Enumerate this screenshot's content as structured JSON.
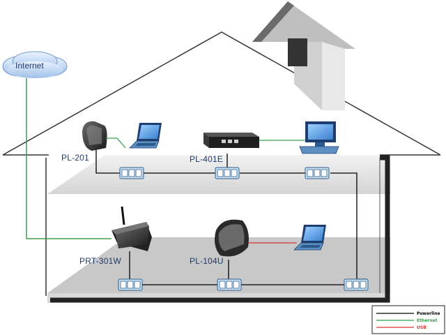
{
  "cloud": {
    "label": "Internet"
  },
  "devices": {
    "pl201": "PL-201",
    "pl401e": "PL-401E",
    "prt301w": "PRT-301W",
    "pl104u": "PL-104U"
  },
  "legend": {
    "items": [
      {
        "label": "Powerline",
        "color": "#000000"
      },
      {
        "label": "Ethernet",
        "color": "#2ea043"
      },
      {
        "label": "USB",
        "color": "#e03030"
      }
    ]
  },
  "colors": {
    "powerline": "#000000",
    "ethernet": "#3aa04a",
    "usb": "#d93333",
    "house_outline": "#333333",
    "floor": "#d8d8d8",
    "outlet": "#bcdcf0"
  }
}
